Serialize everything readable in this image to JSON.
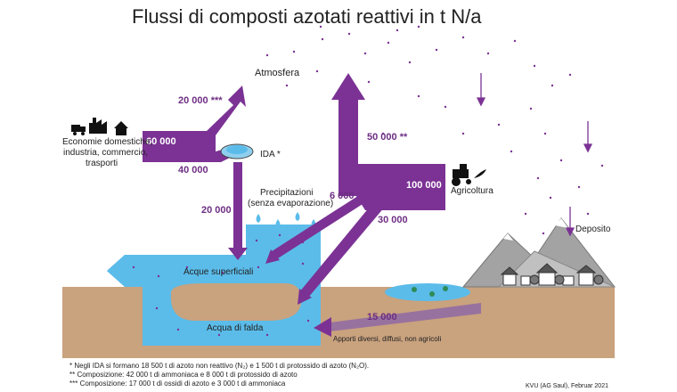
{
  "title": "Flussi di composti azotati reattivi in t N/a",
  "labels": {
    "atmosfera": "Atmosfera",
    "economie": "Economie domestiche,",
    "economie2": "industria, commercio,",
    "economie3": "trasporti",
    "ida": "IDA *",
    "agricoltura": "Agricoltura",
    "precipitazioni": "Precipitazioni",
    "precipitazioni2": "(senza evaporazione)",
    "acque_superficiali": "Acque superficiali",
    "acqua_di_falda": "Acqua di falda",
    "deposito": "Deposito",
    "apporti": "Apporti diversi, diffusi, non agricoli"
  },
  "flows": {
    "to_atmosphere_from_econ": "20 000 ***",
    "econ_total": "60 000",
    "econ_to_ida": "40 000",
    "ida_to_water": "20 000",
    "agri_to_atmosphere": "50 000 **",
    "agri_total": "100 000",
    "agri_to_surface": "6 000",
    "agri_to_groundwater": "30 000",
    "other_diffuse": "15 000"
  },
  "footnotes": {
    "f1": "*   Negli IDA si formano 18 500 t di azoto non reattivo (N₂) e 1 500 t di protossido di azoto (N₂O).",
    "f2": "**  Composizione: 42 000 t di ammoniaca e 8 000 t di protossido di azoto",
    "f3": "*** Composizione: 17 000 t di ossidi di azoto e 3 000 t di ammoniaca"
  },
  "credit": "KVU (AG Saul), Februar 2021",
  "colors": {
    "purple": "#7b3294",
    "water": "#5bbcea",
    "ground": "#c9a27e",
    "mountain": "#a0a0a0"
  },
  "icons": [
    "truck-icon",
    "factory-icon",
    "house-icon",
    "treatment-plant-icon",
    "tractor-icon",
    "raindrop-icon",
    "mountain-icon",
    "village-icon"
  ]
}
